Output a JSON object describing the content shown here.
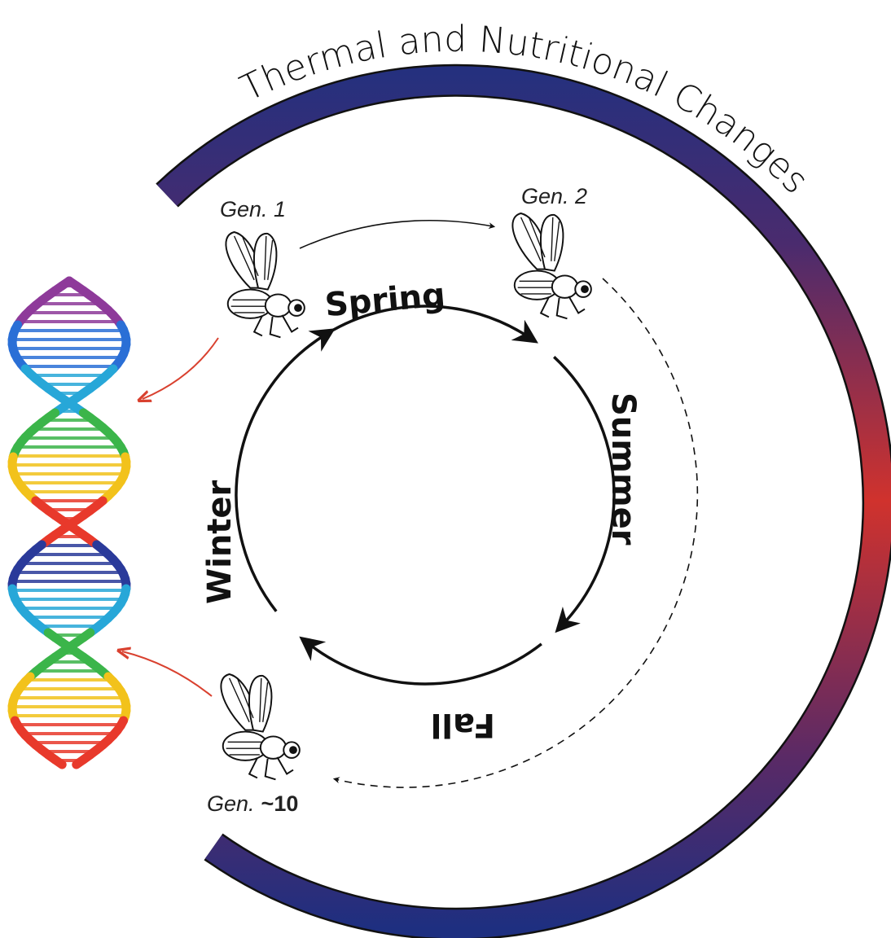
{
  "title": "Thermal and Nutritional Changes",
  "seasons": {
    "spring": "Spring",
    "summer": "Summer",
    "fall": "Fall",
    "winter": "Winter"
  },
  "generations": {
    "gen1": "Gen. 1",
    "gen2": "Gen. 2",
    "gen_last_prefix": "Gen.",
    "gen_last_number": "~10"
  },
  "colors": {
    "cold": "#27307a",
    "warm": "#d0322d",
    "arrow_red": "#d9412f",
    "ink": "#111111"
  },
  "icons": [
    "fruit-fly-icon",
    "dna-helix-icon"
  ]
}
